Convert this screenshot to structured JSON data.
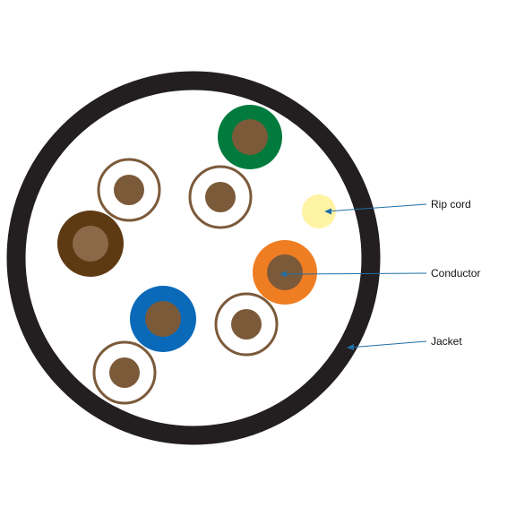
{
  "diagram": {
    "colors": {
      "jacket": "#231f20",
      "interior": "#ffffff",
      "copper": "#7b5a3a",
      "copper_light": "#8a6848",
      "stripe_ring": "#7b5a3a",
      "green": "#007a3d",
      "brown": "#5e3a13",
      "blue": "#0a69b9",
      "orange": "#ef7d22",
      "rip_cord": "#fff3a4",
      "leader": "#1f6fa8"
    },
    "conductors": [
      {
        "name": "green",
        "insulation": "green"
      },
      {
        "name": "white-green",
        "insulation": "white-stripe"
      },
      {
        "name": "white-green-2",
        "insulation": "white-stripe"
      },
      {
        "name": "brown",
        "insulation": "brown"
      },
      {
        "name": "orange",
        "insulation": "orange"
      },
      {
        "name": "blue",
        "insulation": "blue"
      },
      {
        "name": "white-blue",
        "insulation": "white-stripe"
      },
      {
        "name": "white-brown",
        "insulation": "white-stripe"
      }
    ],
    "callouts": {
      "rip_cord": "Rip cord",
      "conductor": "Conductor",
      "jacket": "Jacket"
    }
  }
}
